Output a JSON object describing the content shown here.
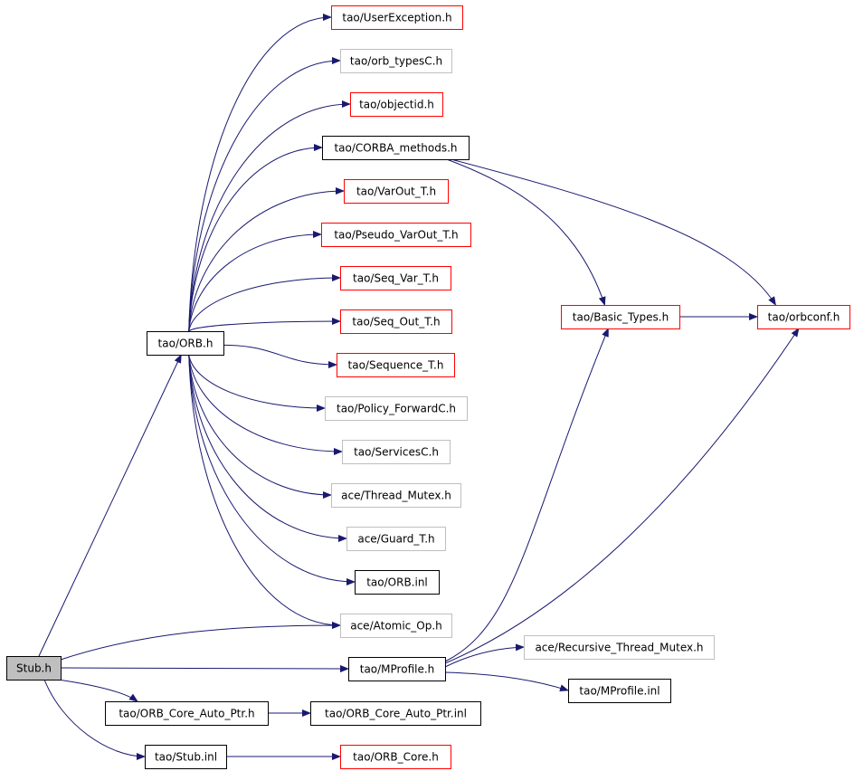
{
  "diagram": {
    "colors": {
      "edge": "#191970",
      "border_red": "#ff0000",
      "border_gray": "#bfbfbf",
      "border_black": "#000000",
      "root_fill": "#bfbfbf"
    },
    "nodes": [
      {
        "id": "stub_h",
        "label": "Stub.h",
        "style": "root"
      },
      {
        "id": "orb_h",
        "label": "tao/ORB.h",
        "style": "black"
      },
      {
        "id": "user_exception",
        "label": "tao/UserException.h",
        "style": "red"
      },
      {
        "id": "orb_typesc",
        "label": "tao/orb_typesC.h",
        "style": "gray"
      },
      {
        "id": "objectid",
        "label": "tao/objectid.h",
        "style": "red"
      },
      {
        "id": "corba_methods",
        "label": "tao/CORBA_methods.h",
        "style": "black"
      },
      {
        "id": "varout_t",
        "label": "tao/VarOut_T.h",
        "style": "red"
      },
      {
        "id": "pseudo_varout_t",
        "label": "tao/Pseudo_VarOut_T.h",
        "style": "red"
      },
      {
        "id": "seq_var_t",
        "label": "tao/Seq_Var_T.h",
        "style": "red"
      },
      {
        "id": "seq_out_t",
        "label": "tao/Seq_Out_T.h",
        "style": "red"
      },
      {
        "id": "sequence_t",
        "label": "tao/Sequence_T.h",
        "style": "red"
      },
      {
        "id": "policy_forwardc",
        "label": "tao/Policy_ForwardC.h",
        "style": "gray"
      },
      {
        "id": "servicesc",
        "label": "tao/ServicesC.h",
        "style": "gray"
      },
      {
        "id": "thread_mutex",
        "label": "ace/Thread_Mutex.h",
        "style": "gray"
      },
      {
        "id": "guard_t",
        "label": "ace/Guard_T.h",
        "style": "gray"
      },
      {
        "id": "orb_inl",
        "label": "tao/ORB.inl",
        "style": "black"
      },
      {
        "id": "atomic_op",
        "label": "ace/Atomic_Op.h",
        "style": "gray"
      },
      {
        "id": "mprofile_h",
        "label": "tao/MProfile.h",
        "style": "black"
      },
      {
        "id": "recursive_thread_mutex",
        "label": "ace/Recursive_Thread_Mutex.h",
        "style": "gray"
      },
      {
        "id": "mprofile_inl",
        "label": "tao/MProfile.inl",
        "style": "black"
      },
      {
        "id": "basic_types",
        "label": "tao/Basic_Types.h",
        "style": "red"
      },
      {
        "id": "orbconf",
        "label": "tao/orbconf.h",
        "style": "red"
      },
      {
        "id": "orb_core_auto_ptr_h",
        "label": "tao/ORB_Core_Auto_Ptr.h",
        "style": "black"
      },
      {
        "id": "orb_core_auto_ptr_inl",
        "label": "tao/ORB_Core_Auto_Ptr.inl",
        "style": "black"
      },
      {
        "id": "stub_inl",
        "label": "tao/Stub.inl",
        "style": "black"
      },
      {
        "id": "orb_core_h",
        "label": "tao/ORB_Core.h",
        "style": "red"
      }
    ],
    "edges": [
      {
        "from": "stub_h",
        "to": "orb_h"
      },
      {
        "from": "stub_h",
        "to": "atomic_op"
      },
      {
        "from": "stub_h",
        "to": "mprofile_h"
      },
      {
        "from": "stub_h",
        "to": "orb_core_auto_ptr_h"
      },
      {
        "from": "stub_h",
        "to": "stub_inl"
      },
      {
        "from": "orb_h",
        "to": "user_exception"
      },
      {
        "from": "orb_h",
        "to": "orb_typesc"
      },
      {
        "from": "orb_h",
        "to": "objectid"
      },
      {
        "from": "orb_h",
        "to": "corba_methods"
      },
      {
        "from": "orb_h",
        "to": "varout_t"
      },
      {
        "from": "orb_h",
        "to": "pseudo_varout_t"
      },
      {
        "from": "orb_h",
        "to": "seq_var_t"
      },
      {
        "from": "orb_h",
        "to": "seq_out_t"
      },
      {
        "from": "orb_h",
        "to": "sequence_t"
      },
      {
        "from": "orb_h",
        "to": "policy_forwardc"
      },
      {
        "from": "orb_h",
        "to": "servicesc"
      },
      {
        "from": "orb_h",
        "to": "thread_mutex"
      },
      {
        "from": "orb_h",
        "to": "guard_t"
      },
      {
        "from": "orb_h",
        "to": "orb_inl"
      },
      {
        "from": "orb_h",
        "to": "atomic_op"
      },
      {
        "from": "corba_methods",
        "to": "basic_types"
      },
      {
        "from": "corba_methods",
        "to": "orbconf"
      },
      {
        "from": "basic_types",
        "to": "orbconf"
      },
      {
        "from": "mprofile_h",
        "to": "basic_types"
      },
      {
        "from": "mprofile_h",
        "to": "orbconf"
      },
      {
        "from": "mprofile_h",
        "to": "recursive_thread_mutex"
      },
      {
        "from": "mprofile_h",
        "to": "mprofile_inl"
      },
      {
        "from": "orb_core_auto_ptr_h",
        "to": "orb_core_auto_ptr_inl"
      },
      {
        "from": "stub_inl",
        "to": "orb_core_h"
      }
    ]
  }
}
